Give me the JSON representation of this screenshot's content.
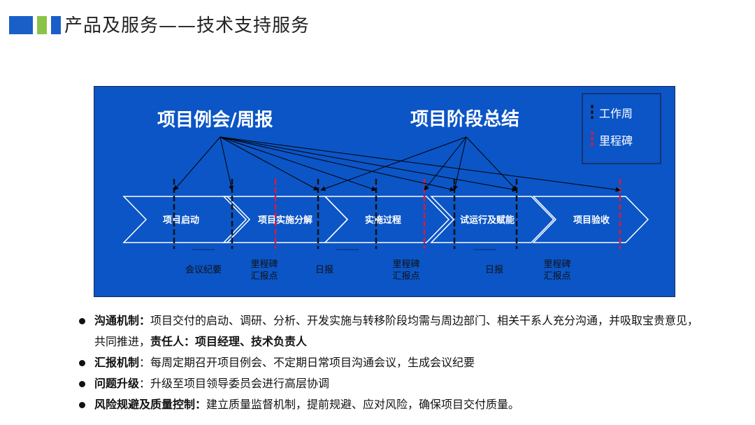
{
  "header": {
    "title": "产品及服务——技术支持服务",
    "logo_colors": [
      "#1a5fc8",
      "#8bc34a",
      "#1a5fc8"
    ]
  },
  "diagram": {
    "background": "#0b55c6",
    "heading_weekly": "项目例会/周报",
    "heading_stage": "项目阶段总结",
    "legend": {
      "work_week": "工作周",
      "milestone": "里程碑",
      "work_week_color": "#111111",
      "milestone_color": "#e0193a"
    },
    "phases": [
      "项目启动",
      "项目实施分解",
      "实施过程",
      "试运行及赋能",
      "项目验收"
    ],
    "bottom_labels": {
      "meeting_minutes": "会议纪要",
      "milestone_report_1a": "里程碑",
      "milestone_report_1b": "汇报点",
      "daily_report_1": "日报",
      "milestone_report_2a": "里程碑",
      "milestone_report_2b": "汇报点",
      "daily_report_2": "日报",
      "milestone_report_3a": "里程碑",
      "milestone_report_3b": "汇报点"
    },
    "dots_1": "---------",
    "dots_2": "---------",
    "dots_3": "---------"
  },
  "bullets": [
    {
      "label": "沟通机制",
      "sep": "：",
      "text": "项目交付的启动、调研、分析、开发实施与转移阶段均需与周边部门、相关干系人充分沟通，并吸取宝贵意见，共同推进，",
      "extra_label": "责任人：项目经理、技术负责人"
    },
    {
      "label": "汇报机制",
      "sep": "：",
      "text": "每周定期召开项目例会、不定期日常项目沟通会议，生成会议纪要"
    },
    {
      "label": "问题升级",
      "sep": "：",
      "text": "升级至项目领导委员会进行高层协调"
    },
    {
      "label": "风险规避及质量控制",
      "sep": "：",
      "text": "建立质量监督机制，提前规避、应对风险，确保项目交付质量。"
    }
  ]
}
